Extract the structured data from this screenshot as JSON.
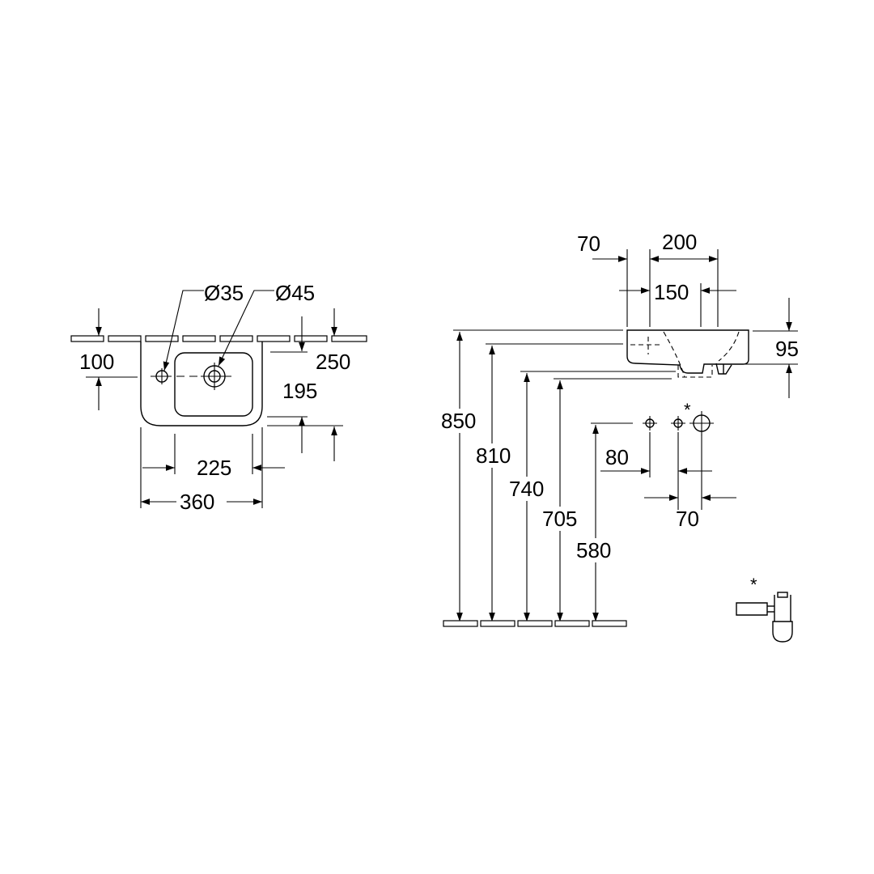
{
  "top_view": {
    "hole_dia_small": "Ø35",
    "hole_dia_large": "Ø45",
    "dim_depth_front": "100",
    "dim_depth_total": "250",
    "dim_depth_inner": "195",
    "dim_width_inner": "225",
    "dim_width_total": "360"
  },
  "side_view": {
    "dim_offset": "70",
    "dim_width": "200",
    "dim_depth": "150",
    "dim_height": "95",
    "dim_h_850": "850",
    "dim_h_810": "810",
    "dim_h_740": "740",
    "dim_h_705": "705",
    "dim_h_580": "580",
    "dim_spacing_80": "80",
    "dim_spacing_70": "70",
    "asterisk": "*"
  },
  "siphon_detail": {
    "asterisk": "*"
  }
}
